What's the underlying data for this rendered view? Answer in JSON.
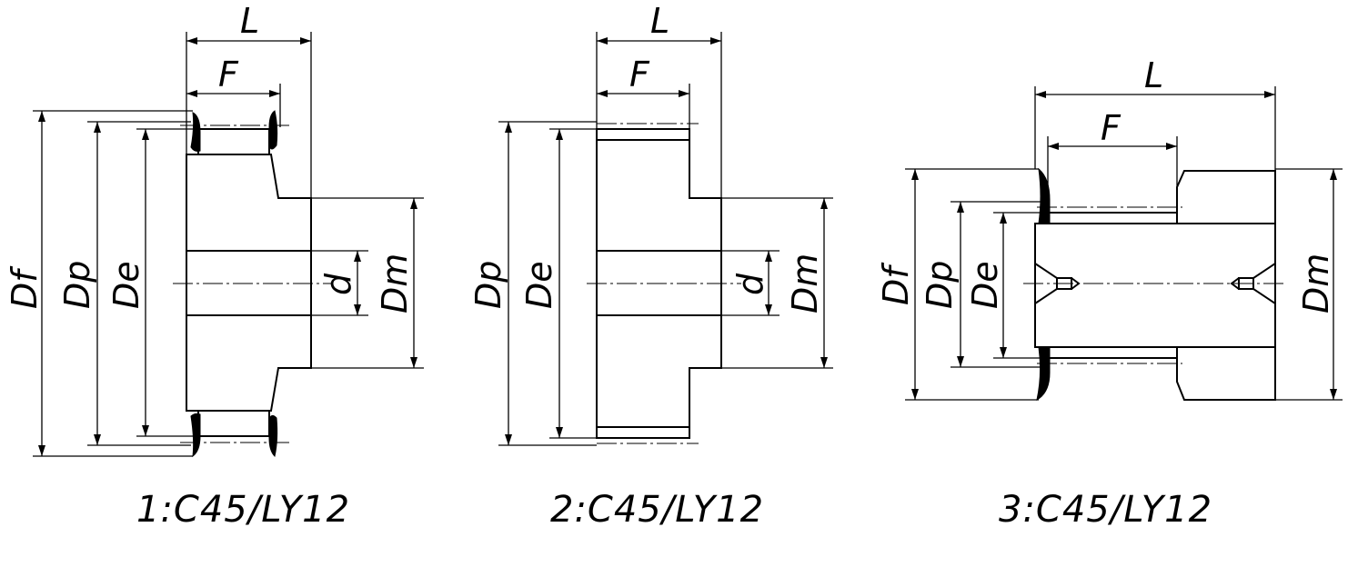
{
  "figures": [
    {
      "id": "1",
      "caption": "1:C45/LY12",
      "labels": {
        "L": "L",
        "F": "F",
        "Df": "Df",
        "Dp": "Dp",
        "De": "De",
        "d": "d",
        "Dm": "Dm"
      }
    },
    {
      "id": "2",
      "caption": "2:C45/LY12",
      "labels": {
        "L": "L",
        "F": "F",
        "Dp": "Dp",
        "De": "De",
        "d": "d",
        "Dm": "Dm"
      }
    },
    {
      "id": "3",
      "caption": "3:C45/LY12",
      "labels": {
        "L": "L",
        "F": "F",
        "Df": "Df",
        "Dp": "Dp",
        "De": "De",
        "Dm": "Dm"
      }
    }
  ]
}
